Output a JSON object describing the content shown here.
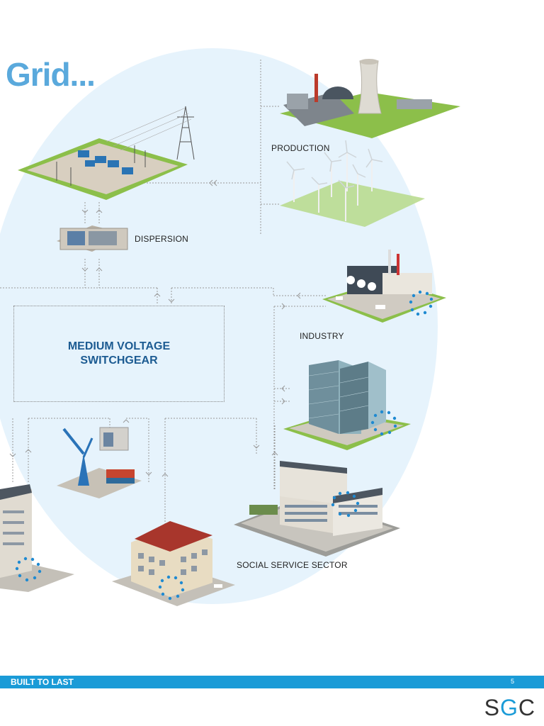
{
  "page": {
    "title": "Grid..."
  },
  "diagram": {
    "mv_switchgear": [
      "MEDIUM VOLTAGE",
      "SWITCHGEAR"
    ],
    "labels": {
      "production": "PRODUCTION",
      "dispersion": "DISPERSION",
      "industry": "INDUSTRY",
      "social": "SOCIAL SERVICE SECTOR"
    }
  },
  "footer": {
    "tagline": "BUILT TO LAST",
    "page_number": "5"
  },
  "logo": {
    "s": "S",
    "g": "G",
    "c": "C"
  },
  "colors": {
    "title": "#5aa9dc",
    "accent": "#1a9bd7",
    "mv_text": "#1c5b92",
    "bg_circle": "#e6f3fc"
  }
}
